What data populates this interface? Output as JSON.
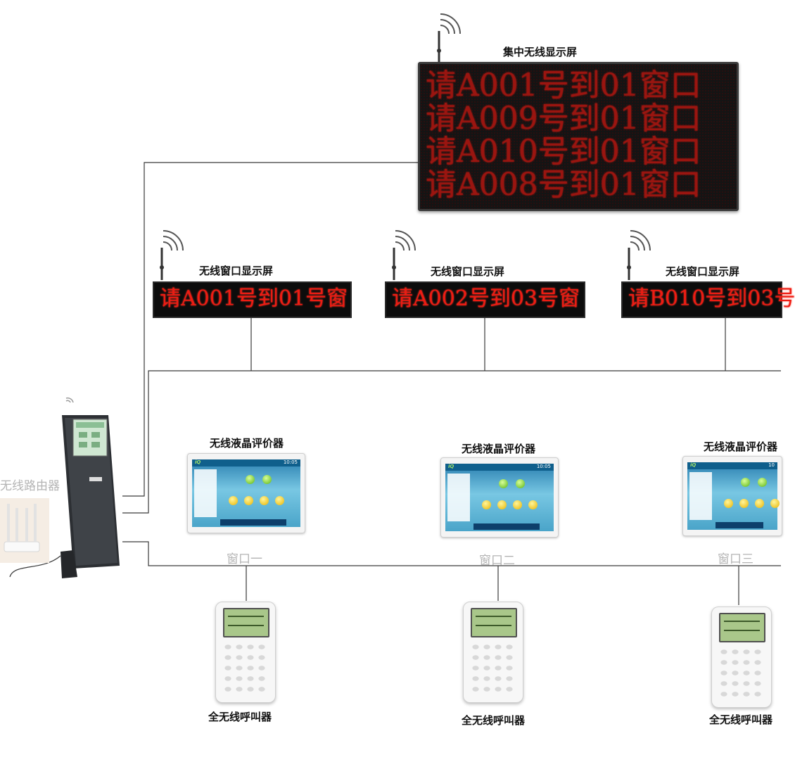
{
  "diagram": {
    "central_display": {
      "label": "集中无线显示屏",
      "lines": [
        "请A001号到01窗口",
        "请A009号到01窗口",
        "请A010号到01窗口",
        "请A008号到01窗口"
      ],
      "text_color": "#9a1510"
    },
    "window_displays": [
      {
        "label": "无线窗口显示屏",
        "text": "请A001号到01号窗"
      },
      {
        "label": "无线窗口显示屏",
        "text": "请A002号到03号窗"
      },
      {
        "label": "无线窗口显示屏",
        "text": "请B010号到03号"
      }
    ],
    "evaluators": [
      {
        "label": "无线液晶评价器",
        "time": "10:05",
        "window": "窗口一"
      },
      {
        "label": "无线液晶评价器",
        "time": "10:05",
        "window": "窗口二"
      },
      {
        "label": "无线液晶评价器",
        "time": "10",
        "window": "窗口三"
      }
    ],
    "callers": [
      {
        "label": "全无线呼叫器"
      },
      {
        "label": "全无线呼叫器"
      },
      {
        "label": "全无线呼叫器"
      }
    ],
    "router": {
      "label": "无线路由器"
    },
    "colors": {
      "led_window": "#ee1c13",
      "line": "#3a3a3a"
    }
  }
}
